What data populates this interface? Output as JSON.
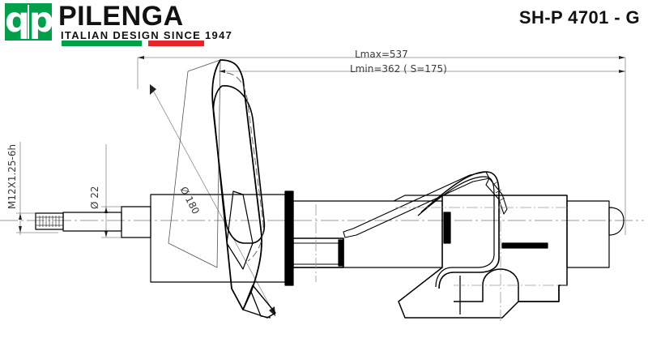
{
  "header": {
    "logo_text": "qp",
    "brand_name": "PILENGA",
    "tagline": "ITALIAN DESIGN SINCE 1947",
    "part_number": "SH-P 4701 - G",
    "colors": {
      "green": "#00a04b",
      "red": "#e8232a",
      "text": "#111111"
    }
  },
  "drawing": {
    "title": "shock-absorber-strut-technical-drawing",
    "dimensions": {
      "lmax": "Lmax=537",
      "lmin": "Lmin=362 ( S=175)",
      "thread": "M12X1.25-6h",
      "rod_diameter": "Ø 22",
      "bracket_diameter": "Ø 180"
    },
    "line_color": "#000000",
    "centerline_color": "#9a9a9a",
    "dim_line_color": "#8a8a8a"
  }
}
